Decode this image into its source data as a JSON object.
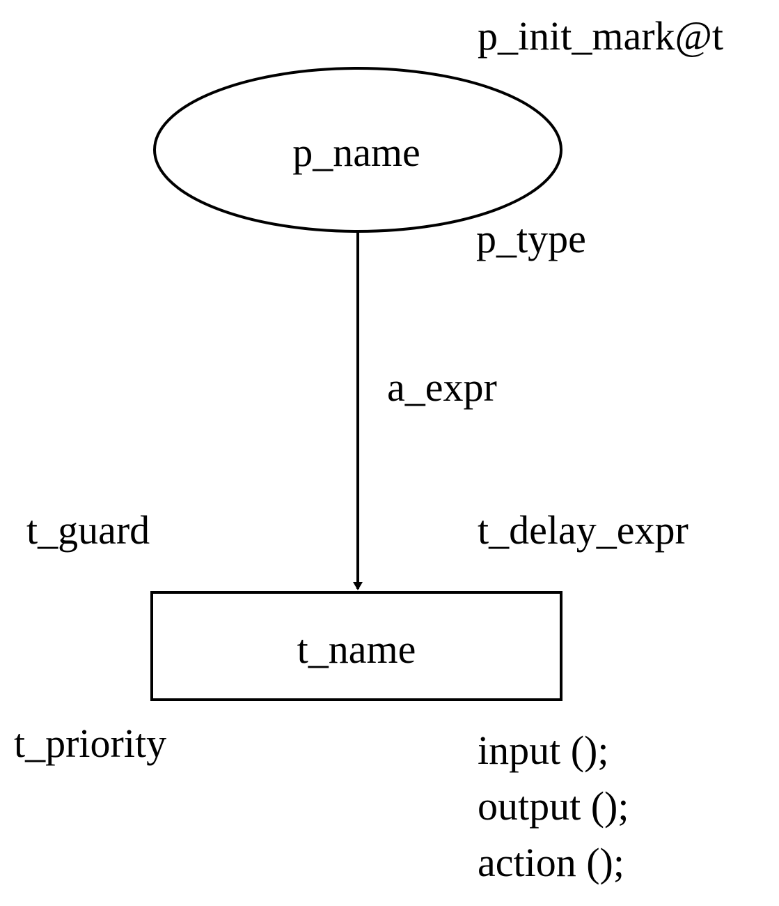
{
  "place": {
    "name": "p_name",
    "init_mark": "p_init_mark@t",
    "type": "p_type"
  },
  "arc": {
    "expr": "a_expr"
  },
  "transition": {
    "name": "t_name",
    "guard": "t_guard",
    "delay_expr": "t_delay_expr",
    "priority": "t_priority",
    "code": [
      "input ();",
      "output ();",
      "action ();"
    ]
  },
  "colors": {
    "stroke": "#000000",
    "background": "#ffffff"
  }
}
